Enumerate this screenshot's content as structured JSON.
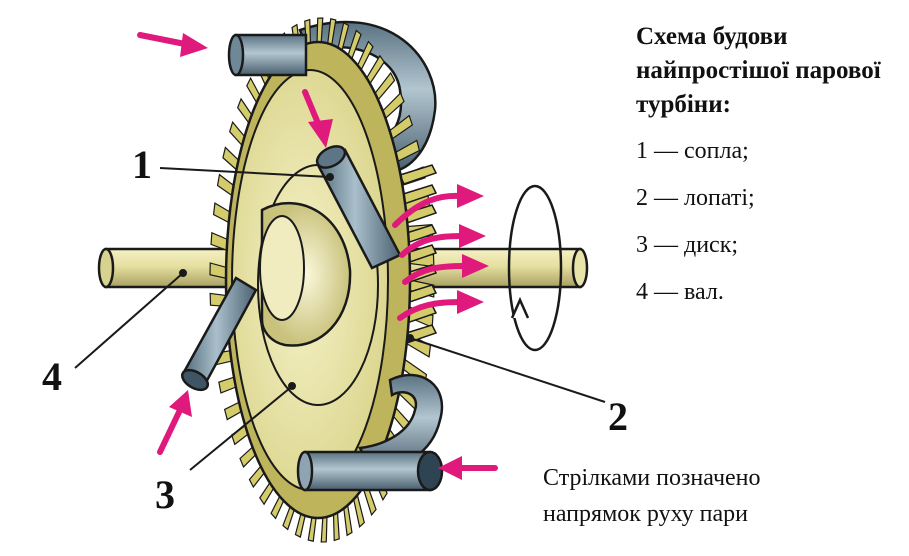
{
  "title": "Схема будови найпростішої парової турбіни:",
  "legend": [
    {
      "number": "1",
      "text": "1 — сопла;"
    },
    {
      "number": "2",
      "text": "2 — лопаті;"
    },
    {
      "number": "3",
      "text": "3 — диск;"
    },
    {
      "number": "4",
      "text": "4 — вал."
    }
  ],
  "note": {
    "line1": "Стрілками позначено",
    "line2": "напрямок руху пари"
  },
  "colors": {
    "steam_arrow": "#e0197c",
    "disk": "#e6e2a0",
    "blade": "#d4cc6a",
    "shaft": "#e8e3a8",
    "nozzle": "#7e9aaa",
    "outline": "#1a1a1a"
  }
}
